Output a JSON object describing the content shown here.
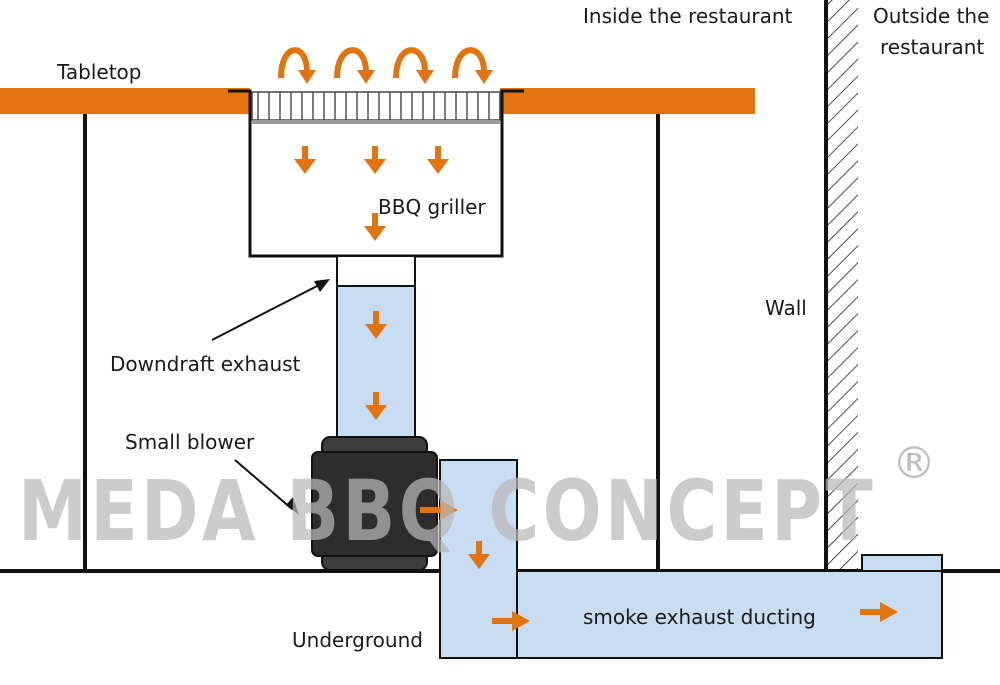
{
  "labels": {
    "tabletop": "Tabletop",
    "inside": "Inside the restaurant",
    "outside_line1": "Outside the",
    "outside_line2": "restaurant",
    "griller": "BBQ griller",
    "downdraft": "Downdraft exhaust",
    "blower": "Small blower",
    "wall": "Wall",
    "ducting": "smoke exhaust ducting",
    "underground": "Underground"
  },
  "watermark": {
    "text": "MEDA BBQ CONCEPT",
    "registered_mark": "®"
  },
  "colors": {
    "tabletop": "#e2730f",
    "arrow": "#e2730f",
    "duct_fill": "#c8dcf2",
    "blower": "#2d2d2d",
    "outline": "#111111",
    "watermark": "#b9b9b9"
  }
}
